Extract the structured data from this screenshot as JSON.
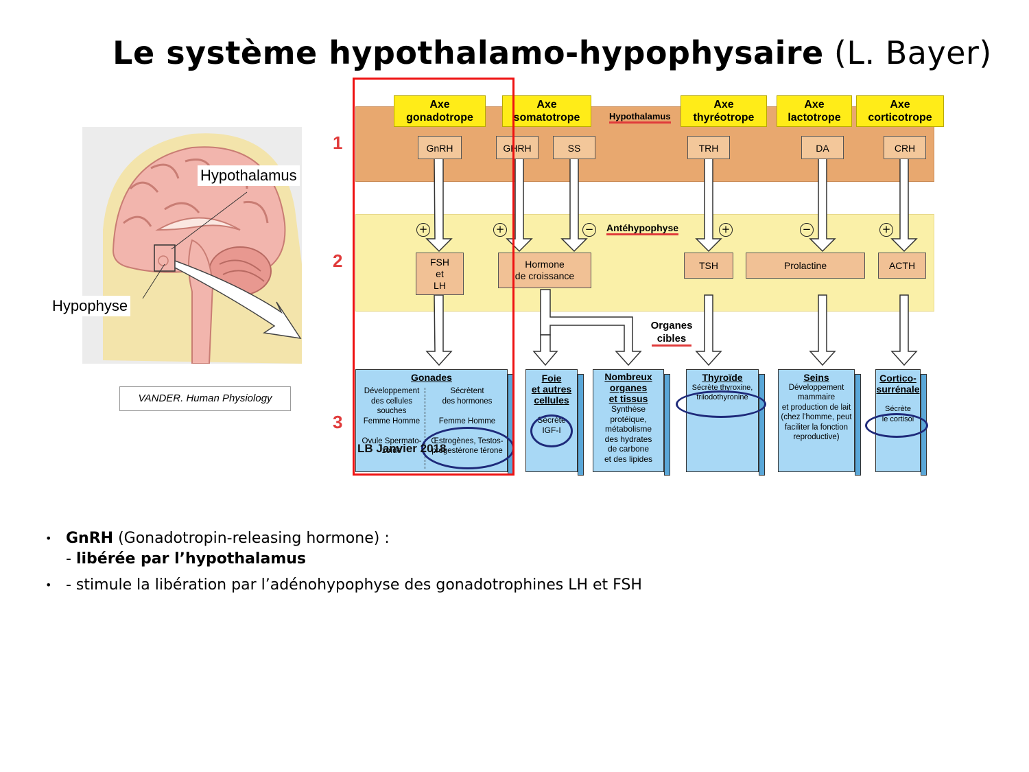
{
  "title": {
    "main": "Le système hypothalamo-hypophysaire",
    "author": "(L. Bayer)"
  },
  "brain": {
    "label_hypothalamus": "Hypothalamus",
    "label_hypophyse": "Hypophyse",
    "credit": "VANDER. Human Physiology"
  },
  "diagram": {
    "levels": [
      "1",
      "2",
      "3"
    ],
    "band_labels": {
      "hypothalamus": "Hypothalamus",
      "antehypophyse": "Antéhypophyse"
    },
    "axes": [
      {
        "line1": "Axe",
        "line2": "gonadotrope"
      },
      {
        "line1": "Axe",
        "line2": "somatotrope"
      },
      {
        "line1": "Axe",
        "line2": "thyréotrope"
      },
      {
        "line1": "Axe",
        "line2": "lactotrope"
      },
      {
        "line1": "Axe",
        "line2": "corticotrope"
      }
    ],
    "releasing": [
      "GnRH",
      "GHRH",
      "SS",
      "TRH",
      "DA",
      "CRH"
    ],
    "signs": [
      "+",
      "+",
      "−",
      "+",
      "−",
      "+"
    ],
    "pituitary": {
      "fsh": [
        "FSH",
        "et",
        "LH"
      ],
      "gh": [
        "Hormone",
        "de croissance"
      ],
      "tsh": "TSH",
      "prl": "Prolactine",
      "acth": "ACTH"
    },
    "organes_cibles": [
      "Organes",
      "cibles"
    ],
    "targets": {
      "gonades": {
        "title": "Gonades",
        "left": [
          "Développement",
          "des cellules",
          "souches",
          "Femme Homme",
          "Ovule  Spermato-",
          "zoïde"
        ],
        "right": [
          "Sécrètent",
          "des hormones",
          "Femme    Homme",
          "Œstrogènes, Testos-",
          "progestérone  térone"
        ]
      },
      "foie": {
        "title": [
          "Foie",
          "et autres",
          "cellules"
        ],
        "body": [
          "Sécrète",
          "IGF-I"
        ]
      },
      "nombreux": {
        "title": [
          "Nombreux",
          "organes",
          "et tissus"
        ],
        "body": [
          "Synthèse",
          "protéique,",
          "métabolisme",
          "des hydrates",
          "de carbone",
          "et des lipides"
        ]
      },
      "thyroide": {
        "title": "Thyroïde",
        "body": [
          "Sécrète thyroxine,",
          "triiodothyronine"
        ]
      },
      "seins": {
        "title": "Seins",
        "body": [
          "Développement",
          "mammaire",
          "et production de lait",
          "(chez l'homme, peut",
          "faciliter la fonction",
          "reproductive)"
        ]
      },
      "cortico": {
        "title": [
          "Cortico-",
          "surrénale"
        ],
        "body": [
          "Sécrète",
          "le cortisol"
        ]
      }
    },
    "watermark": "LB Janvier 2018"
  },
  "bullets": {
    "b1_bold": "GnRH",
    "b1_rest": " (Gonadotropin-releasing hormone) :",
    "b1_sub_dash": "- ",
    "b1_sub_bold": "libérée par l’hypothalamus",
    "b2": "- stimule la libération par l’adénohypophyse des gonadotrophines LH et FSH"
  }
}
